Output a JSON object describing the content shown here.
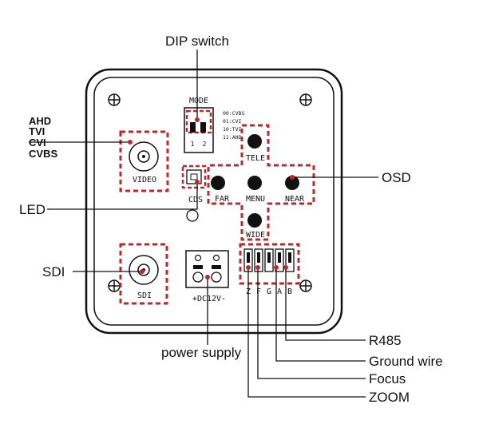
{
  "callouts": {
    "dip_switch": "DIP switch",
    "osd": "OSD",
    "led": "LED",
    "sdi": "SDI",
    "power_supply": "power supply",
    "r485": "R485",
    "ground_wire": "Ground wire",
    "focus": "Focus",
    "zoom": "ZOOM"
  },
  "video_formats": [
    "AHD",
    "TVI",
    "CVI",
    "CVBS"
  ],
  "mode_table": {
    "title": "MODE",
    "switch_numbers": [
      "1",
      "2"
    ],
    "rows": [
      "00:CVBS",
      "01:CVI",
      "10:TVI",
      "11:AHD"
    ]
  },
  "panel_labels": {
    "video": "VIDEO",
    "cds": "CDS",
    "sdi": "SDI",
    "power": "+DC12V-"
  },
  "osd_buttons": {
    "tele": "TELE",
    "far": "FAR",
    "menu": "MENU",
    "near": "NEAR",
    "wide": "WIDE"
  },
  "terminal_letters": [
    "Z",
    "F",
    "G",
    "A",
    "B"
  ],
  "colors": {
    "highlight": "#c0272d",
    "ink": "#111111"
  }
}
